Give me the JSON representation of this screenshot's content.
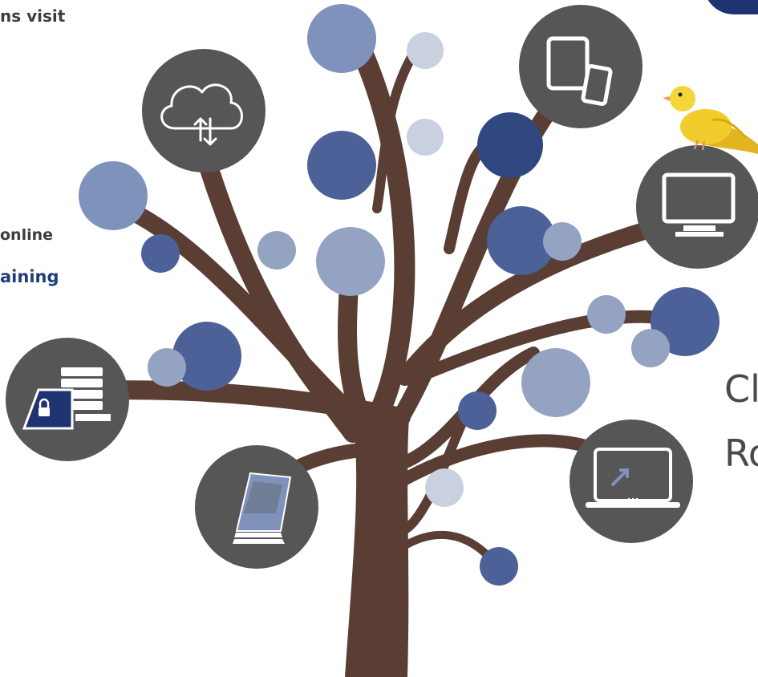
{
  "text": {
    "top_left_fragment": "ns visit",
    "mid_left_fragment": "online",
    "link_fragment": "aining",
    "heading_line1": "Cl",
    "heading_line2": "Ro"
  },
  "icons": [
    "cloud-sync-icon",
    "tablet-phone-icon",
    "monitor-icon",
    "secure-server-icon",
    "brochure-icon",
    "laptop-icon",
    "canary-bird-icon"
  ],
  "colors": {
    "trunk": "#5a3d33",
    "icon_circle": "#575656",
    "dot_light": "#c9d0df",
    "dot_mid": "#95a3c3",
    "dot_blue": "#7f92bb",
    "dot_dark": "#4c6198",
    "dot_navy": "#30487f",
    "accent_navy": "#1f3370",
    "link_blue": "#1f3d7a",
    "bird_yellow": "#f2cc2b"
  }
}
